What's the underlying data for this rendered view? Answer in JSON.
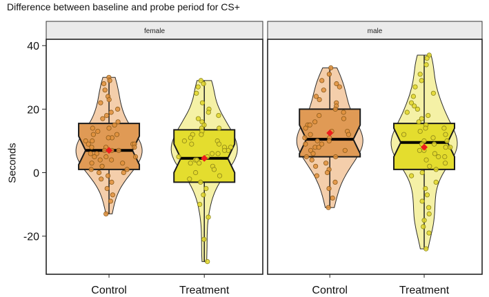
{
  "chart_data": {
    "type": "violin-box-jitter",
    "title": "Difference between baseline and probe period for CS+",
    "ylabel": "Seconds",
    "ylim": [
      -32,
      42
    ],
    "yticks": [
      -20,
      0,
      20,
      40
    ],
    "categories": [
      "Control",
      "Treatment"
    ],
    "colors": {
      "Control": {
        "violin": "#f3c9a2",
        "box": "#e09a55",
        "point": "#e0903c",
        "edge": "#8a5a1c"
      },
      "Treatment": {
        "violin": "#f4ef9c",
        "box": "#e4dd2e",
        "point": "#e2d72a",
        "edge": "#8a8418"
      },
      "mean": "#ee1c1c"
    },
    "panels": [
      {
        "strip": "female",
        "groups": [
          {
            "name": "Control",
            "min": -13,
            "q1": 1,
            "median": 7,
            "q3": 15.5,
            "max": 30,
            "mean": 7,
            "points": [
              30,
              29,
              28,
              26,
              24,
              23,
              22,
              20,
              19,
              18,
              17,
              16,
              15,
              14,
              14,
              13,
              12,
              12,
              11,
              11,
              10,
              10,
              9,
              9,
              9,
              8,
              8,
              8,
              7,
              7,
              7,
              6,
              6,
              5,
              5,
              5,
              4,
              4,
              3,
              3,
              2,
              2,
              1,
              1,
              0,
              0,
              -1,
              -2,
              -3,
              -5,
              -7,
              -9,
              -13
            ]
          },
          {
            "name": "Treatment",
            "min": -28,
            "q1": -3,
            "median": 4.5,
            "q3": 13.5,
            "max": 29,
            "mean": 4.5,
            "points": [
              29,
              28,
              27,
              25,
              22,
              20,
              19,
              18,
              17,
              16,
              15,
              14,
              14,
              13,
              12,
              12,
              11,
              10,
              10,
              9,
              9,
              8,
              8,
              7,
              7,
              6,
              6,
              5,
              5,
              4,
              4,
              3,
              3,
              2,
              1,
              0,
              -1,
              -2,
              -3,
              -5,
              -7,
              -10,
              -14,
              -21,
              -28
            ]
          }
        ]
      },
      {
        "strip": "male",
        "groups": [
          {
            "name": "Control",
            "min": -11,
            "q1": 5,
            "median": 10.5,
            "q3": 20,
            "max": 33,
            "mean": 12.5,
            "points": [
              33,
              31,
              29,
              28,
              27,
              26,
              24,
              23,
              22,
              21,
              20,
              19,
              18,
              17,
              16,
              15,
              15,
              14,
              13,
              13,
              12,
              12,
              11,
              11,
              10,
              10,
              9,
              9,
              8,
              8,
              7,
              7,
              6,
              5,
              5,
              4,
              3,
              2,
              1,
              0,
              -1,
              -3,
              -5,
              -8,
              -11
            ]
          },
          {
            "name": "Treatment",
            "min": -24,
            "q1": 1,
            "median": 9.5,
            "q3": 15.5,
            "max": 37,
            "mean": 8,
            "points": [
              37,
              36,
              34,
              31,
              29,
              27,
              25,
              24,
              22,
              21,
              20,
              19,
              18,
              17,
              16,
              15,
              14,
              14,
              13,
              12,
              12,
              11,
              10,
              10,
              9,
              9,
              8,
              8,
              7,
              7,
              6,
              5,
              5,
              4,
              3,
              2,
              1,
              0,
              -1,
              -3,
              -5,
              -7,
              -9,
              -11,
              -13,
              -15,
              -17,
              -19,
              -24
            ]
          }
        ]
      }
    ]
  }
}
